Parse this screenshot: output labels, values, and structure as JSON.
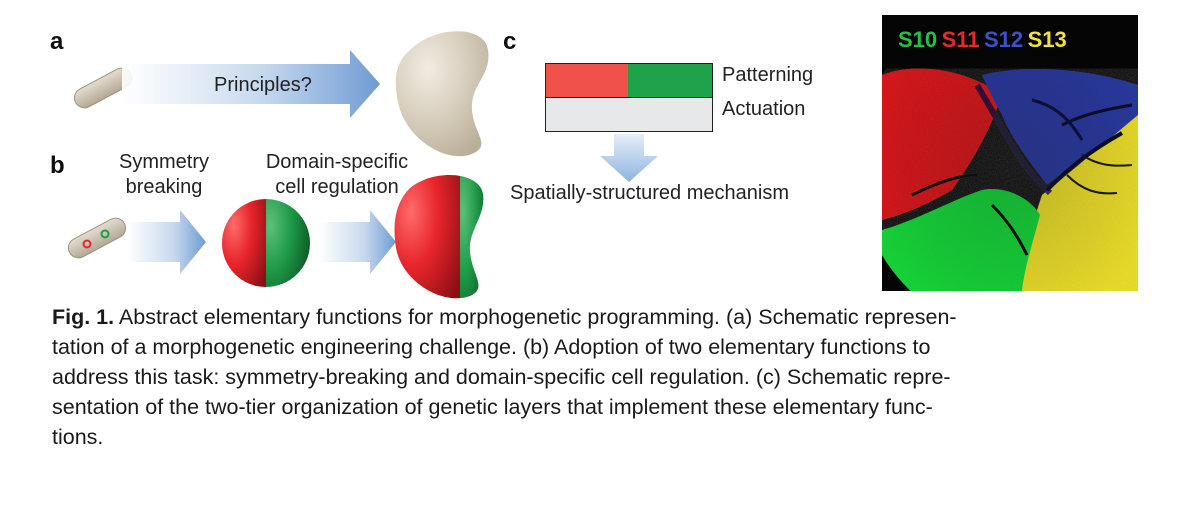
{
  "panels": {
    "a": {
      "label": "a",
      "arrow_text": "Principles?"
    },
    "b": {
      "label": "b",
      "step1": [
        "Symmetry",
        "breaking"
      ],
      "step2": [
        "Domain-specific",
        "cell regulation"
      ]
    },
    "c": {
      "label": "c",
      "layer_top": "Patterning",
      "layer_bottom": "Actuation",
      "result": "Spatially-structured mechanism"
    },
    "micrograph": {
      "labels": [
        {
          "text": "S10",
          "color": "#22c24a"
        },
        {
          "text": "S11",
          "color": "#e8282c"
        },
        {
          "text": "S12",
          "color": "#3b52c8"
        },
        {
          "text": "S13",
          "color": "#f2e23a"
        }
      ]
    }
  },
  "colors": {
    "red": "#e8262c",
    "green": "#1e9a48",
    "dark_green": "#2f7a3a",
    "beige": "#d8cfbe",
    "arrow_blue": "#7ea6d8"
  },
  "caption": {
    "lead": "Fig. 1.",
    "lines": [
      " Abstract elementary functions for morphogenetic programming. (a) Schematic represen-",
      "tation of a morphogenetic engineering challenge. (b) Adoption of two elementary functions to",
      "address this task: symmetry-breaking and domain-specific cell regulation. (c) Schematic repre-",
      "sentation of the two-tier organization of genetic layers that implement these elementary func-",
      "tions."
    ]
  }
}
